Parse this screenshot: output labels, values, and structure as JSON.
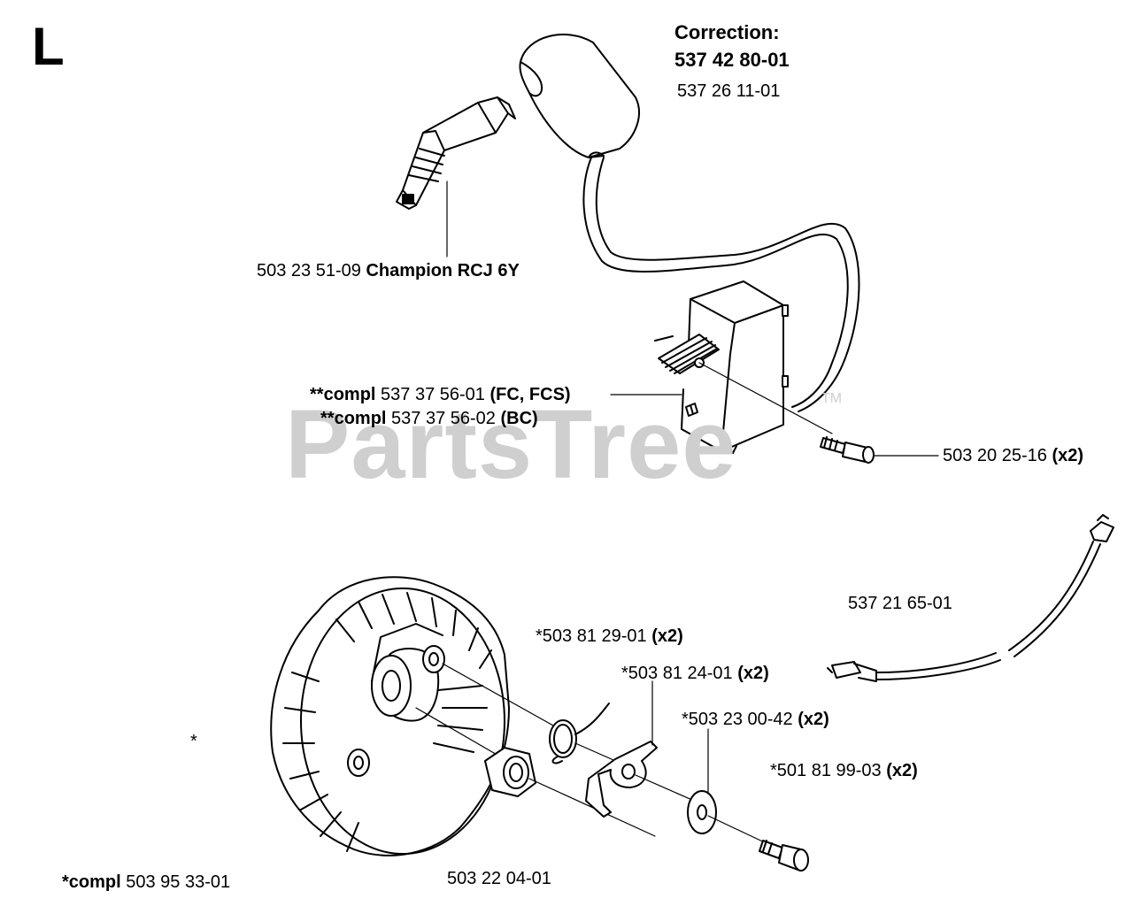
{
  "section_letter": "L",
  "watermark": {
    "text": "PartsTree",
    "tm": "TM"
  },
  "correction": {
    "title": "Correction:",
    "number": "537 42 80-01",
    "old_number": "537 26 11-01"
  },
  "labels": {
    "spark_plug": {
      "part": "503 23 51-09",
      "desc": "Champion RCJ 6Y"
    },
    "module_fc": {
      "prefix": "**compl",
      "part": "537 37 56-01",
      "desc": "(FC, FCS)"
    },
    "module_bc": {
      "prefix": "**compl",
      "part": "537 37 56-02",
      "desc": "(BC)"
    },
    "module_screw": {
      "part": "503 20 25-16",
      "qty": "(x2)"
    },
    "wire": {
      "part": "537 21 65-01"
    },
    "spring": {
      "part": "*503 81 29-01",
      "qty": "(x2)"
    },
    "pawl": {
      "part": "*503 81 24-01",
      "qty": "(x2)"
    },
    "washer": {
      "part": "*503 23 00-42",
      "qty": "(x2)"
    },
    "pawl_screw": {
      "part": "*501 81 99-03",
      "qty": "(x2)"
    },
    "asterisk": {
      "text": "*"
    },
    "flywheel": {
      "prefix": "*compl",
      "part": "503 95 33-01"
    },
    "nut": {
      "part": "503 22 04-01"
    }
  }
}
